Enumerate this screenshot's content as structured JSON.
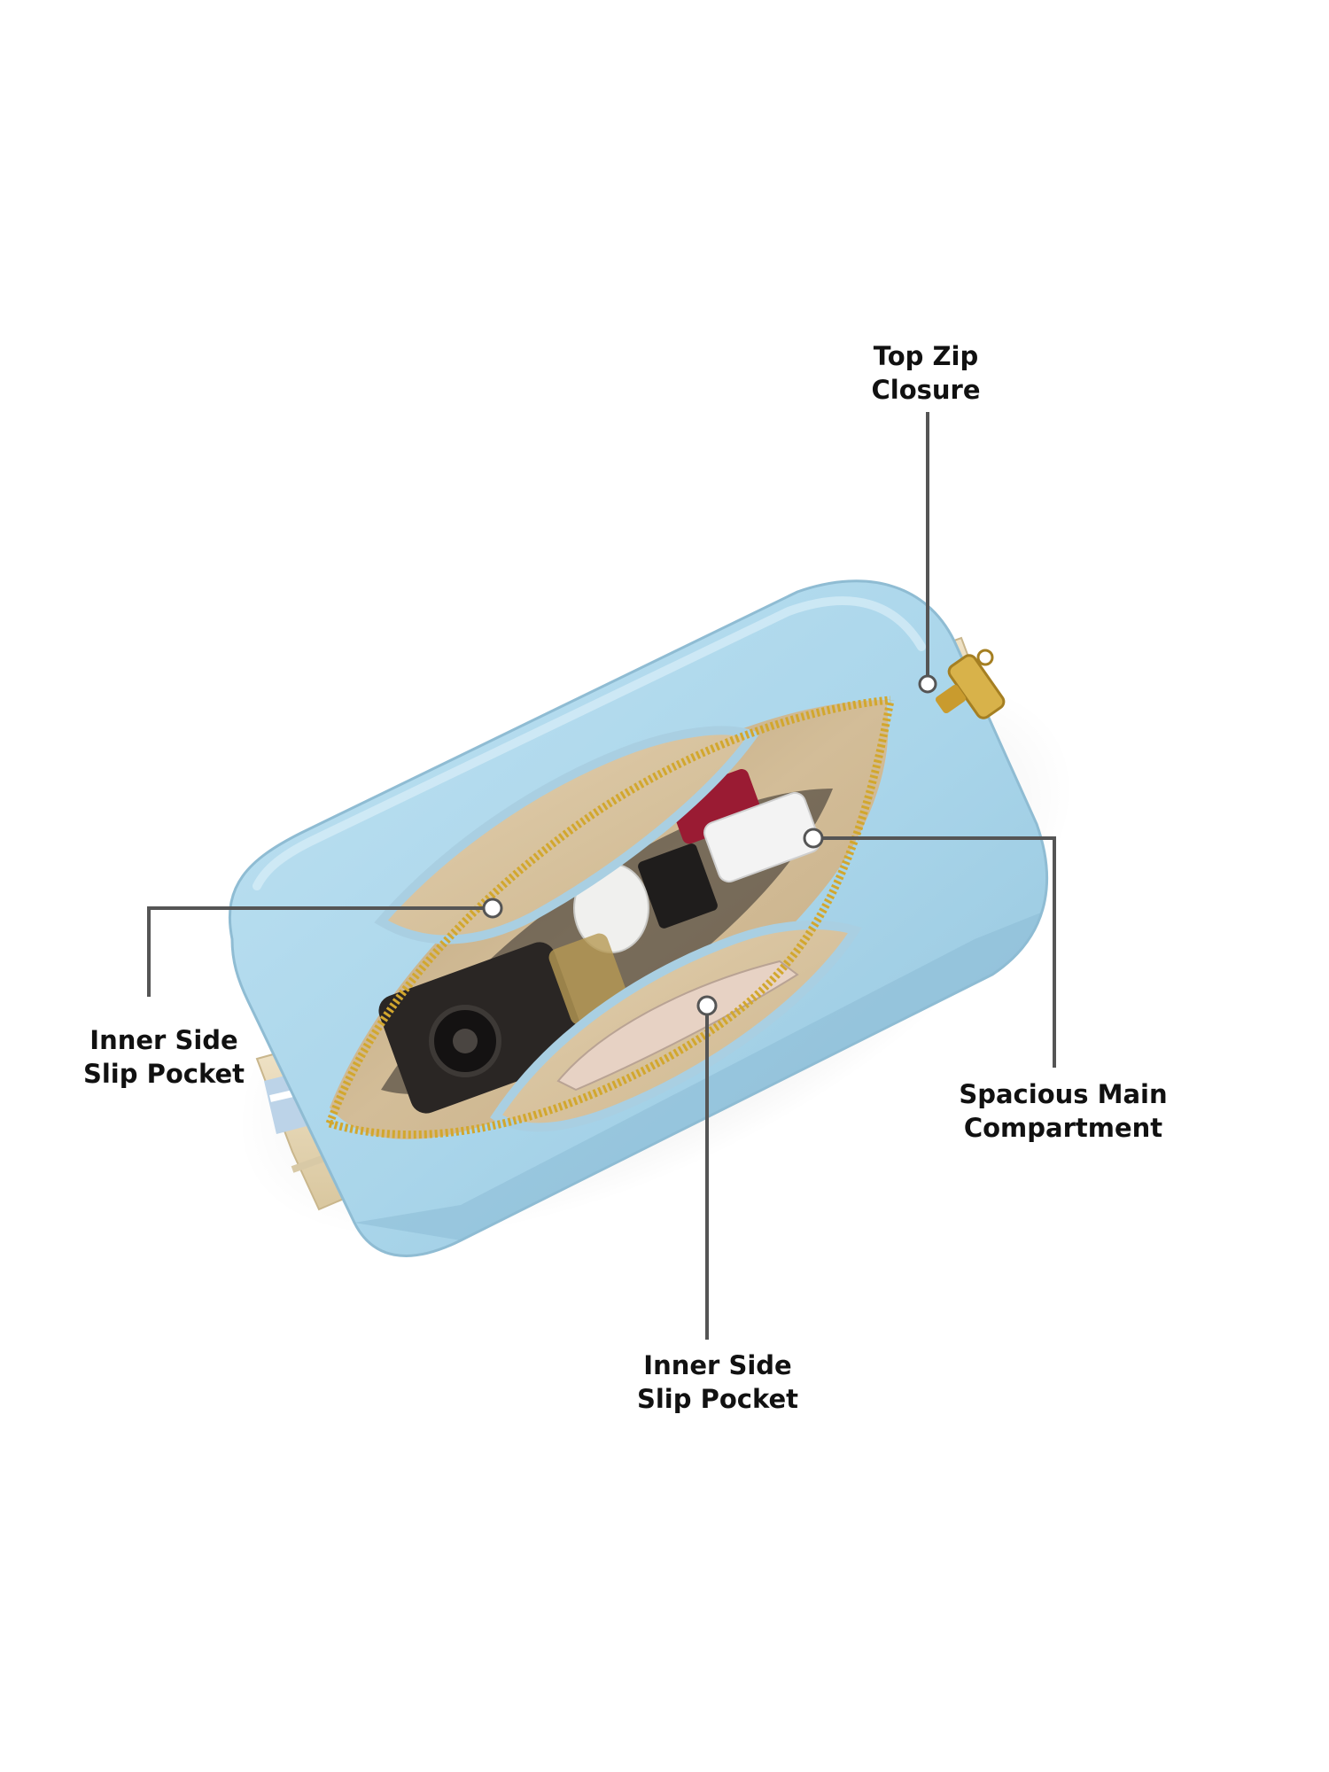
{
  "image": {
    "subject": "light blue zippered camera bag, top view, open showing interior",
    "colors": {
      "bag": "#a9d5ea",
      "bag_shadow": "#8fc0d8",
      "lining": "#cfb891",
      "lining_dark": "#b39c73",
      "zipper": "#d2a72e",
      "leader_line": "#555555",
      "label_text": "#111111"
    }
  },
  "callouts": [
    {
      "id": "top-zip",
      "line1": "Top Zip",
      "line2": "Closure"
    },
    {
      "id": "inner-left",
      "line1": "Inner Side",
      "line2": "Slip Pocket"
    },
    {
      "id": "main",
      "line1": "Spacious Main",
      "line2": "Compartment"
    },
    {
      "id": "inner-bottom",
      "line1": "Inner Side",
      "line2": "Slip Pocket"
    }
  ]
}
